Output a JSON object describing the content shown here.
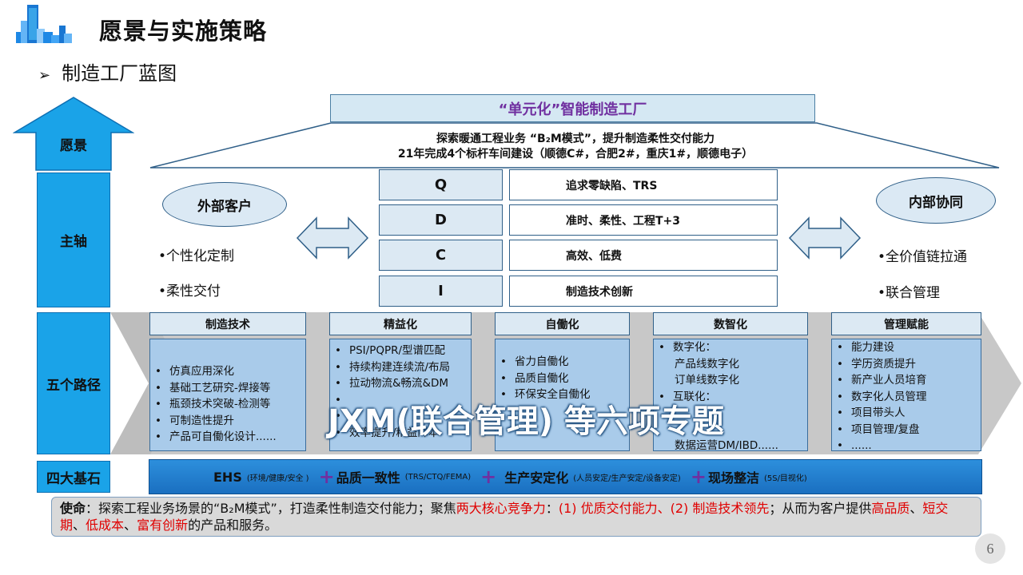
{
  "header": {
    "title": "愿景与实施策略",
    "subtitle": "制造工厂蓝图"
  },
  "labels": {
    "vision": "愿景",
    "main_axis": "主轴",
    "five_paths": "五个路径",
    "four_foundations": "四大基石"
  },
  "factory_banner": "“单元化”智能制造工厂",
  "roof": {
    "line1": "探索暖通工程业务 “B₂M模式”，提升制造柔性交付能力",
    "line2": "21年完成4个标杆车间建设（顺德C#，合肥2#，重庆1#，顺德电子）"
  },
  "external": {
    "title": "外部客户",
    "items": [
      "•个性化定制",
      "•柔性交付"
    ]
  },
  "internal": {
    "title": "内部协同",
    "items": [
      "•全价值链拉通",
      "•联合管理"
    ]
  },
  "qdci": [
    {
      "letter": "Q",
      "desc": "追求零缺陷、TRS"
    },
    {
      "letter": "D",
      "desc": "准时、柔性、工程T+3"
    },
    {
      "letter": "C",
      "desc": "高效、低费"
    },
    {
      "letter": "I",
      "desc": "制造技术创新"
    }
  ],
  "paths": [
    {
      "title": "制造技术",
      "items": [
        "仿真应用深化",
        "基础工艺研究-焊接等",
        "瓶颈技术突破-检测等",
        "可制造性提升",
        "产品可自働化设计......"
      ]
    },
    {
      "title": "精益化",
      "items": [
        "PSI/PQPR/型谱匹配",
        "持续构建连续流/布局",
        "拉动物流&畅流&DM",
        "",
        "",
        "效率提升/精益降本"
      ]
    },
    {
      "title": "自働化",
      "items": [
        "省力自働化",
        "品质自働化",
        "环保安全自働化"
      ]
    },
    {
      "title": "数智化",
      "items": [
        "数字化：",
        "产品线数字化",
        "订单线数字化",
        "互联化：",
        "",
        "",
        "数据运营DM/IBD......"
      ]
    },
    {
      "title": "管理赋能",
      "items": [
        "能力建设",
        "学历资质提升",
        "新产业人员培育",
        "数字化人员管理",
        "项目带头人",
        "项目管理/复盘",
        "......"
      ]
    }
  ],
  "overlay_text": "JXM(联合管理) 等六项专题",
  "foundations": [
    {
      "name": "EHS",
      "note": "(环境/健康/安全 )"
    },
    {
      "name": "品质一致性",
      "note": "(TRS/CTQ/FEMA)"
    },
    {
      "name": "生产安定化",
      "note": "(人员安定/生产安定/设备安定)"
    },
    {
      "name": "现场整洁",
      "note": "(5S/目视化)"
    }
  ],
  "mission": {
    "label": "使命",
    "p1": "：探索工程业务场景的“B₂M模式”，打造柔性制造交付能力；聚焦",
    "core": "两大核心竞争力",
    "p2": "：",
    "c1": "(1) 优质交付能力、(2) 制造技术领先",
    "p3": "；从而为客户提供",
    "q1": "高品质",
    "sep1": "、",
    "q2": "短交期",
    "sep2": "、",
    "q3": "低成本",
    "sep3": "、",
    "q4": "富有创新",
    "p4": "的产品和服务。"
  },
  "page_number": "6",
  "colors": {
    "label_blue": "#1aa3e8",
    "banner_purple": "#7030a0",
    "box_blue": "#a9cbea",
    "base_blue": "#1a6fc0",
    "mission_red": "#e00000"
  }
}
